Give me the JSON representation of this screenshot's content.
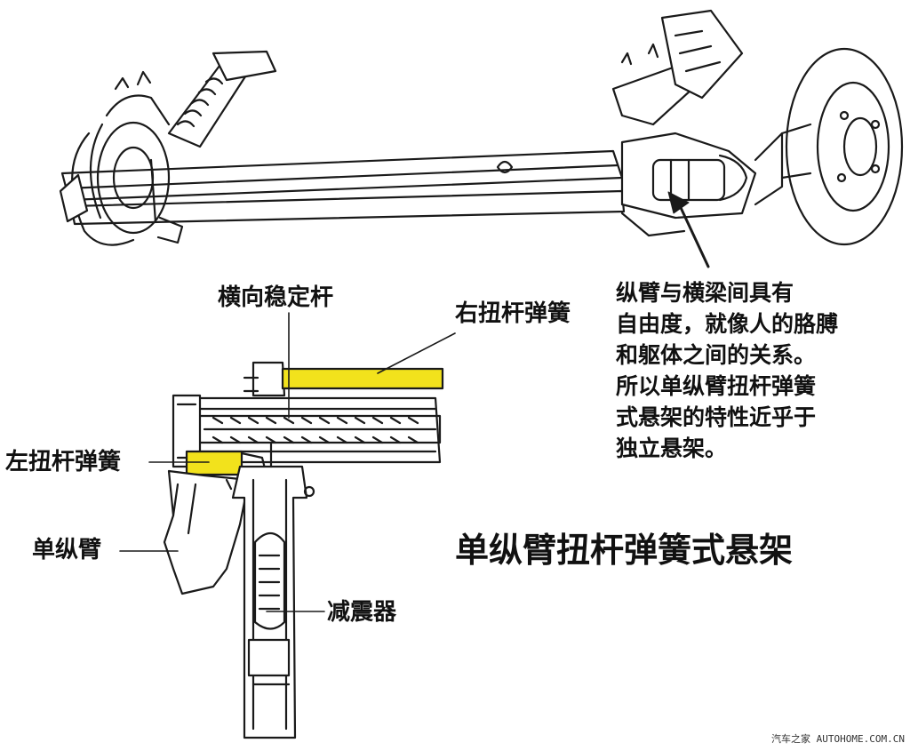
{
  "labels": {
    "stabilizer_bar": "横向稳定杆",
    "right_torsion_spring": "右扭杆弹簧",
    "left_torsion_spring": "左扭杆弹簧",
    "trailing_arm": "单纵臂",
    "shock_absorber": "减震器"
  },
  "note_lines": [
    "纵臂与横梁间具有",
    "自由度，就像人的胳膊",
    "和躯体之间的关系。",
    "所以单纵臂扭杆弹簧",
    "式悬架的特性近乎于",
    "独立悬架。"
  ],
  "title": "单纵臂扭杆弹簧式悬架",
  "watermark": "汽车之家 AUTOHOME.COM.CN",
  "colors": {
    "line": "#1a1a1a",
    "torsion_spring": "#f2e21c",
    "background": "#ffffff"
  }
}
